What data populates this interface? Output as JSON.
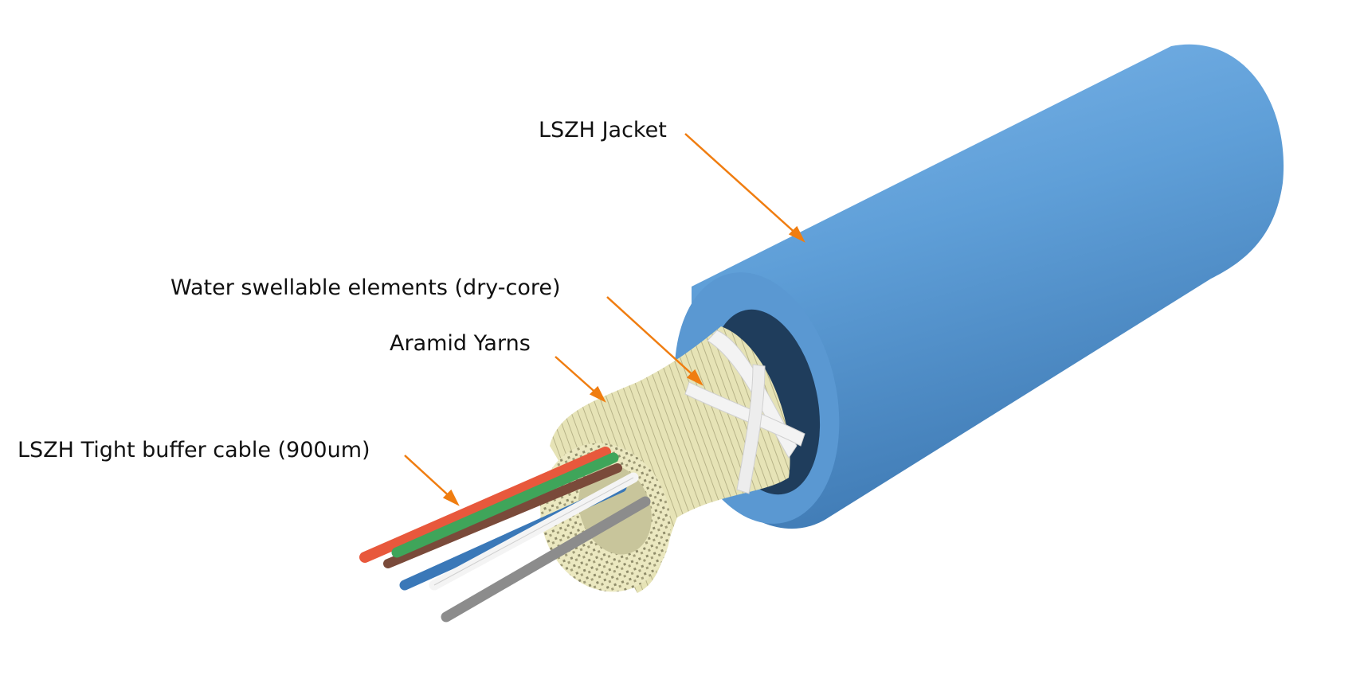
{
  "labels": {
    "jacket": "LSZH Jacket",
    "water": "Water swellable elements (dry-core)",
    "aramid": "Aramid Yarns",
    "buffer": "LSZH Tight buffer cable (900um)"
  },
  "colors": {
    "jacket": "#5f9fd8",
    "jacket_dark": "#4a86c0",
    "arrow": "#f07d10",
    "aramid": "#e2e0b0",
    "aramid_dark": "#b9b68a",
    "tape": "#f3f3f3"
  },
  "fibers": [
    {
      "name": "red-fiber",
      "color": "#e8583c"
    },
    {
      "name": "brown-fiber",
      "color": "#7a4a3a"
    },
    {
      "name": "green-fiber",
      "color": "#3fa55a"
    },
    {
      "name": "blue-fiber",
      "color": "#3a78b8"
    },
    {
      "name": "white-fiber",
      "color": "#f4f4f4"
    },
    {
      "name": "gray-fiber",
      "color": "#8c8c8c"
    }
  ]
}
